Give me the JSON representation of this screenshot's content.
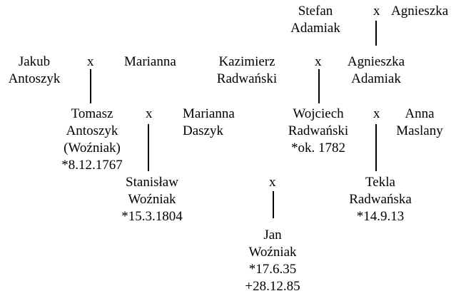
{
  "marriage_mark": "x",
  "people": {
    "stefan": [
      "Stefan",
      "Adamiak"
    ],
    "agnieszka_top": [
      "Agnieszka"
    ],
    "jakub": [
      "Jakub",
      "Antoszyk"
    ],
    "marianna": [
      "Marianna"
    ],
    "kazimierz": [
      "Kazimierz",
      "Radwański"
    ],
    "agnieszka_adamiak": [
      "Agnieszka",
      "Adamiak"
    ],
    "tomasz": [
      "Tomasz",
      "Antoszyk",
      "(Woźniak)",
      "*8.12.1767"
    ],
    "marianna_daszyk": [
      "Marianna",
      "Daszyk"
    ],
    "wojciech": [
      "Wojciech",
      "Radwański",
      "*ok. 1782"
    ],
    "anna": [
      "Anna",
      "Maslany"
    ],
    "stanislaw": [
      "Stanisław",
      "Woźniak",
      "*15.3.1804"
    ],
    "tekla": [
      "Tekla",
      "Radwańska",
      "*14.9.13"
    ],
    "jan": [
      "Jan",
      "Woźniak",
      "*17.6.35",
      "+28.12.85"
    ]
  }
}
